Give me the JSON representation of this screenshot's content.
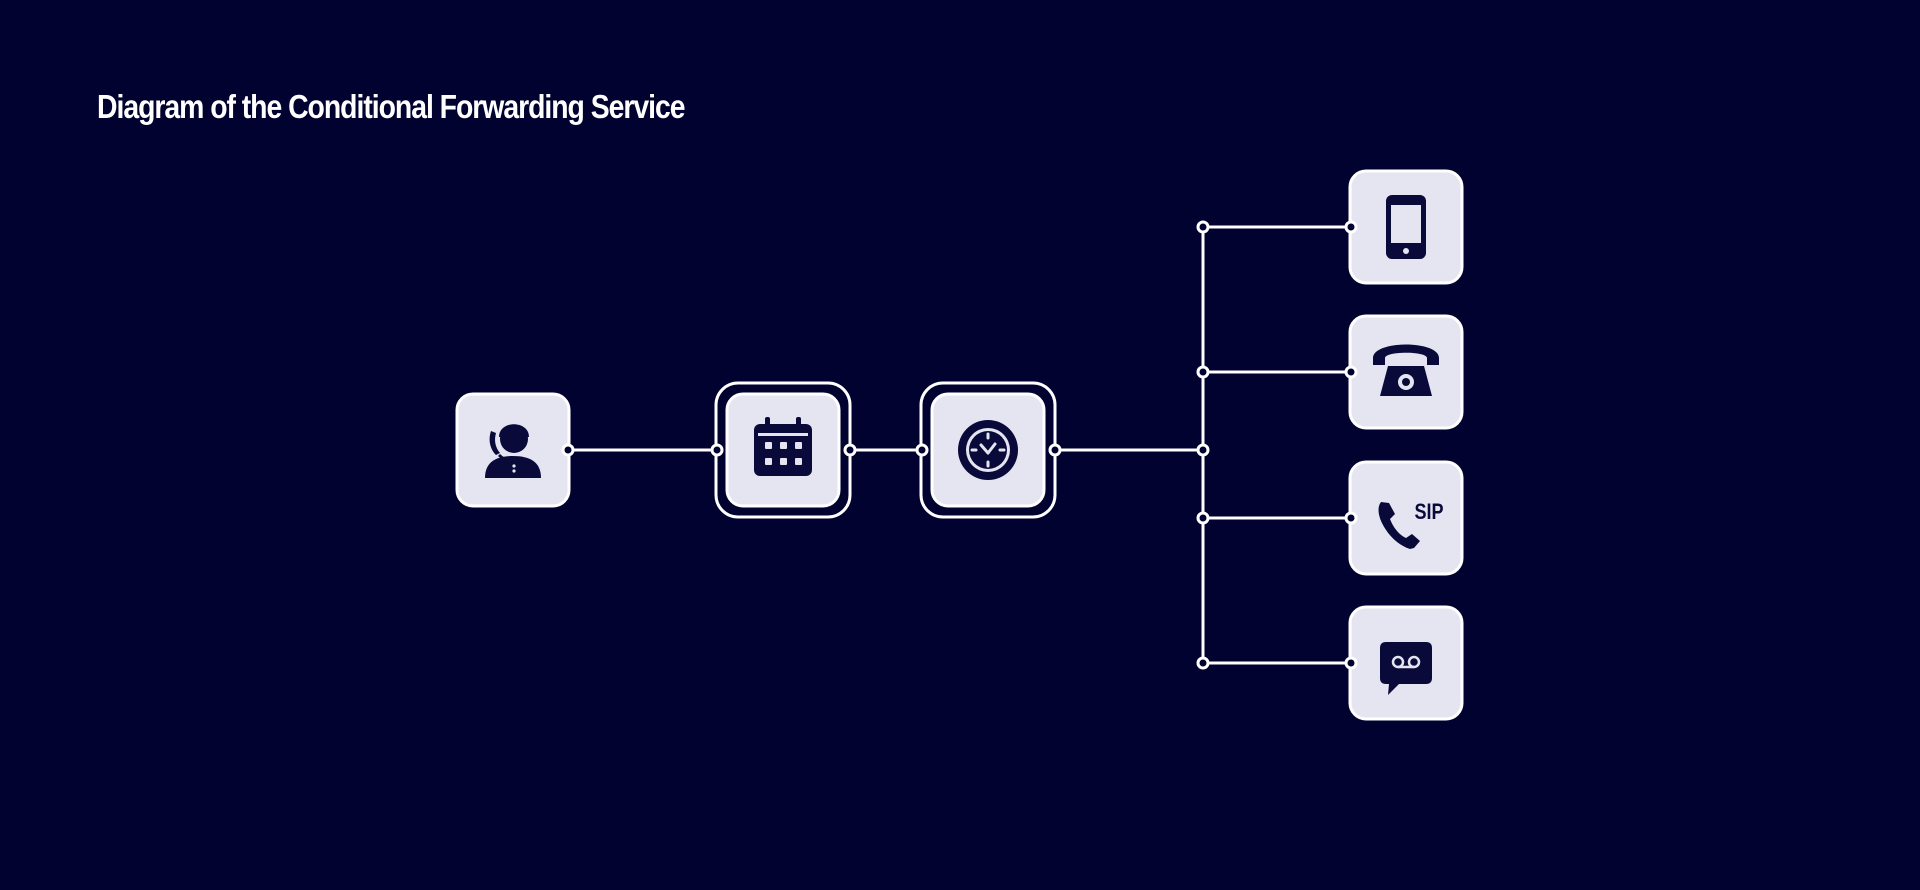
{
  "title": "Diagram of the Conditional Forwarding Service",
  "colors": {
    "background": "#020230",
    "node_fill": "#e4e5f1",
    "line": "#ffffff",
    "icon": "#0a0a3a"
  },
  "nodes": [
    {
      "id": "caller",
      "icon": "caller-headset-icon",
      "highlighted": false
    },
    {
      "id": "schedule",
      "icon": "calendar-icon",
      "highlighted": true
    },
    {
      "id": "time",
      "icon": "clock-icon",
      "highlighted": true
    },
    {
      "id": "mobile",
      "icon": "mobile-phone-icon",
      "highlighted": false
    },
    {
      "id": "landline",
      "icon": "landline-phone-icon",
      "highlighted": false
    },
    {
      "id": "sip",
      "icon": "sip-phone-icon",
      "highlighted": false,
      "label": "SIP"
    },
    {
      "id": "voicemail",
      "icon": "voicemail-icon",
      "highlighted": false
    }
  ]
}
